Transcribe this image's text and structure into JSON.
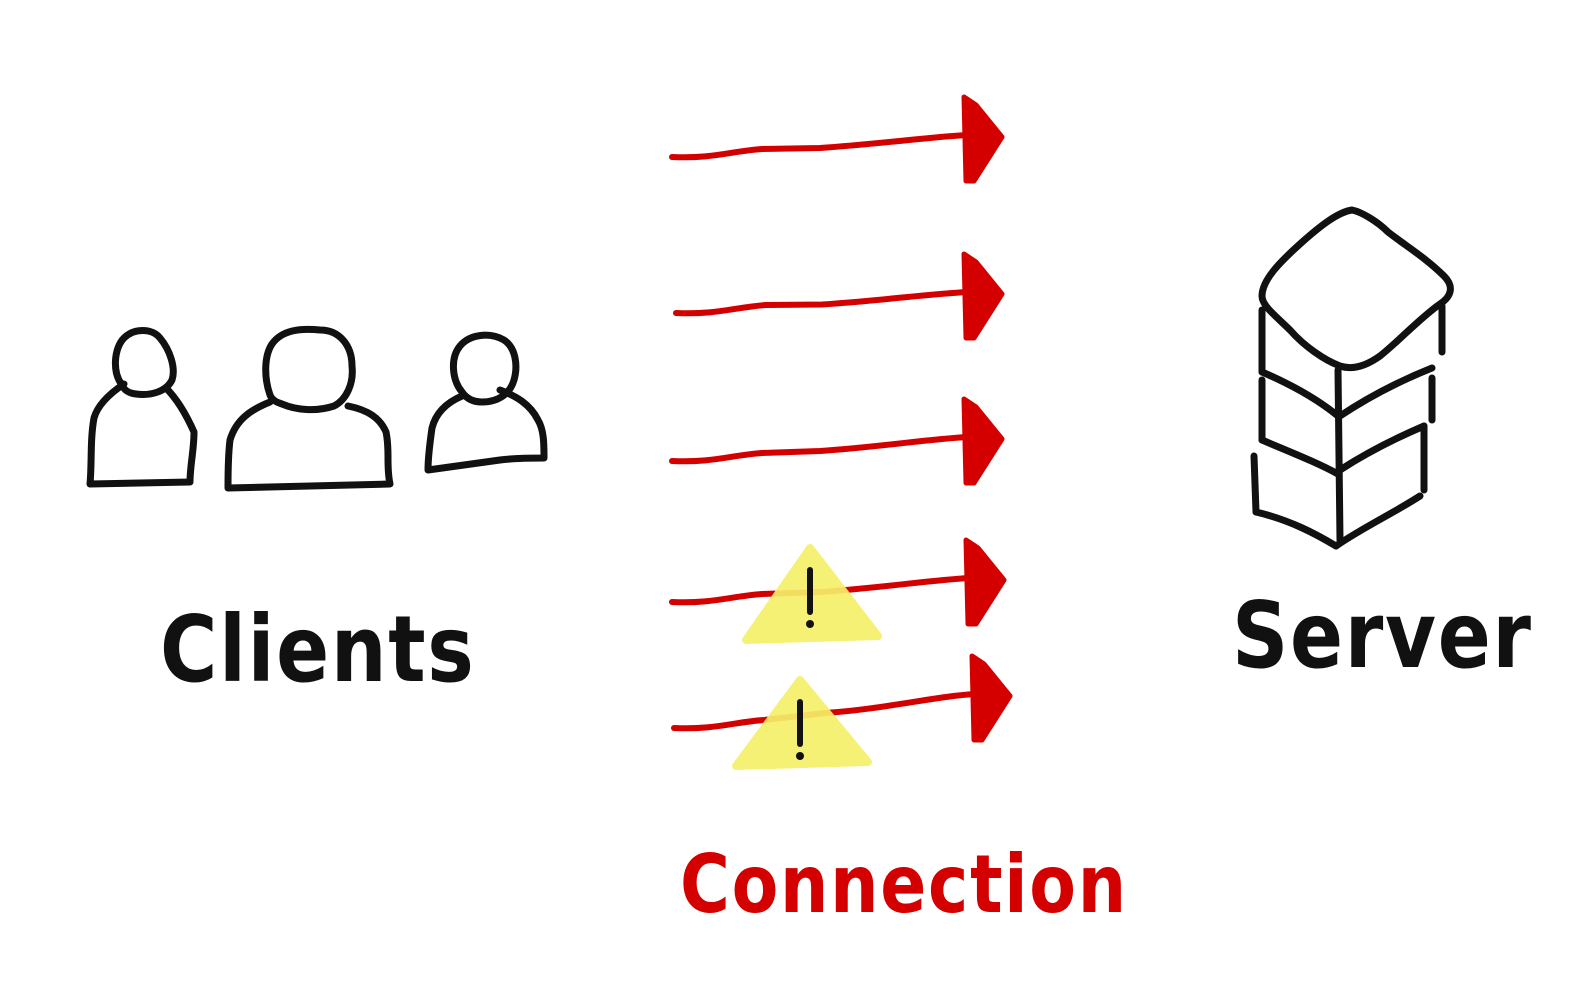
{
  "labels": {
    "clients": "Clients",
    "server": "Server",
    "connection": "Connection"
  },
  "connections": [
    {
      "warning": false
    },
    {
      "warning": false
    },
    {
      "warning": false
    },
    {
      "warning": true
    },
    {
      "warning": true
    }
  ],
  "client_count": 3,
  "icons": {
    "client": "person-icon",
    "server": "server-stack-icon",
    "warning": "warning-triangle-icon"
  },
  "colors": {
    "ink": "#111111",
    "connection": "#d40000",
    "warning": "#f5f06a",
    "background": "#ffffff"
  }
}
